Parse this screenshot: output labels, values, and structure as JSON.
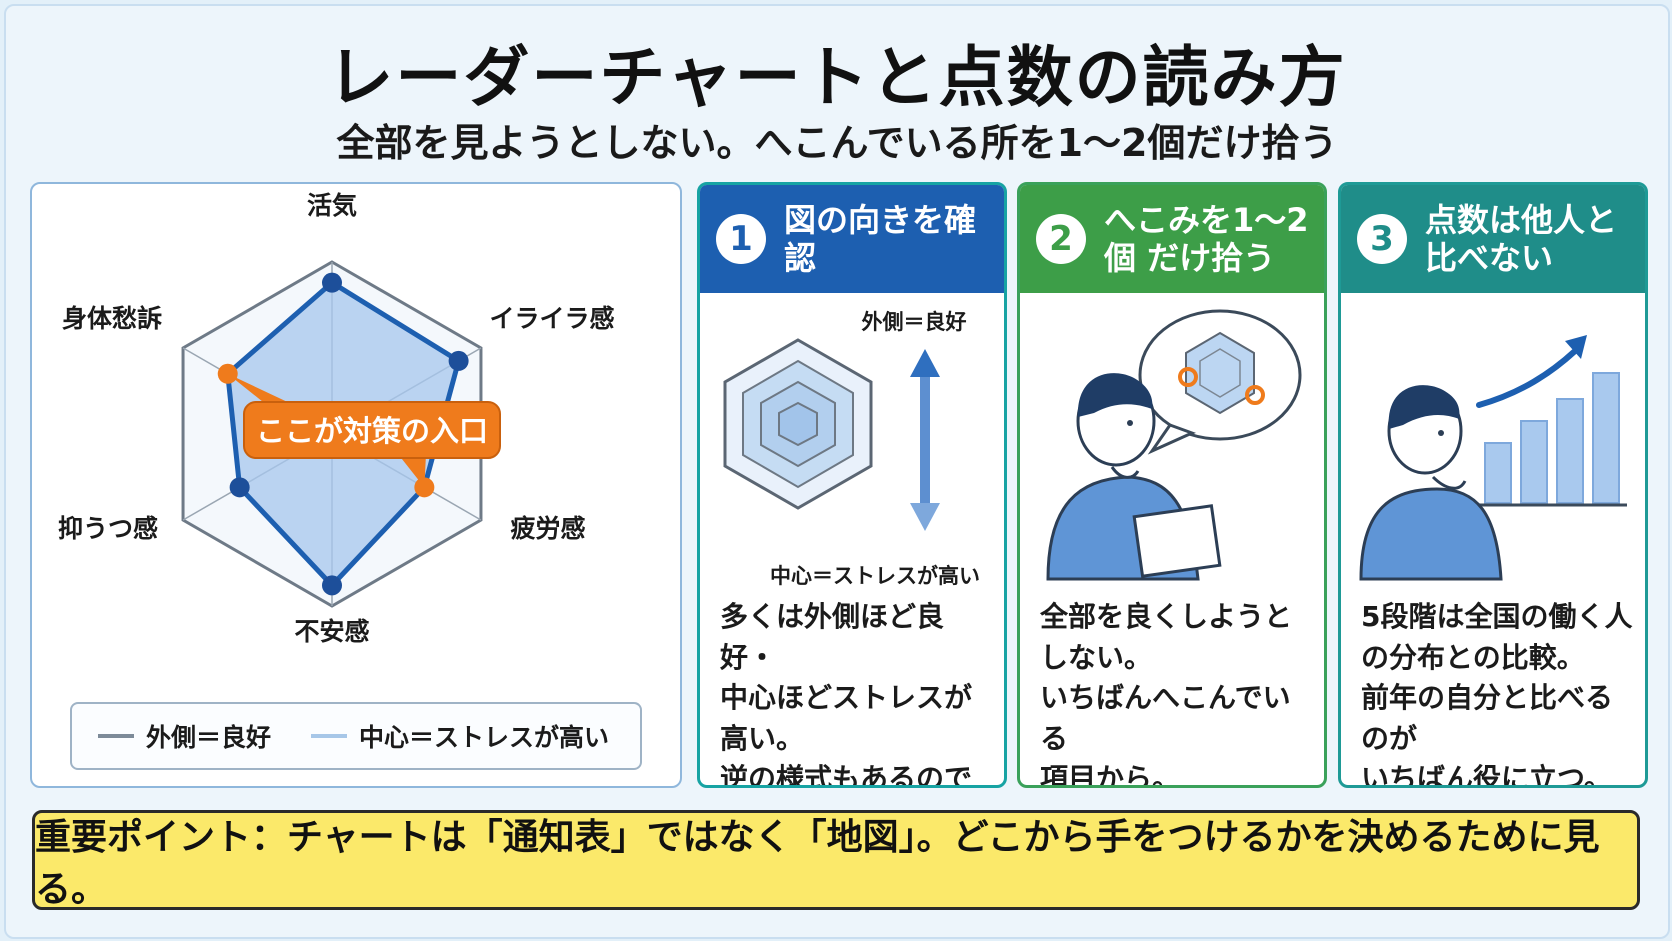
{
  "header": {
    "title": "レーダーチャートと点数の読み方",
    "subtitle": "全部を見ようとしない。へこんでいる所を1〜2個だけ拾う"
  },
  "radar": {
    "axes": [
      "活気",
      "イライラ感",
      "疲労感",
      "不安感",
      "抑うつ感",
      "身体愁訴"
    ],
    "scores": [
      0.88,
      0.85,
      0.62,
      0.88,
      0.62,
      0.7
    ],
    "focus_axes": [
      "疲労感",
      "身体愁訴"
    ],
    "callout": "ここが対策の入口",
    "legend": [
      {
        "label": "外側＝良好",
        "color": "#7d8b99"
      },
      {
        "label": "中心＝ストレスが高い",
        "color": "#a7c7e8"
      }
    ],
    "colors": {
      "fill": "#a7c7ee",
      "stroke": "#1d5fb0",
      "point": "#1d4f9a",
      "focus": "#ef7b1c",
      "grid": "#6e7a87"
    }
  },
  "steps": [
    {
      "number": "1",
      "title": "図の向きを確認",
      "top_label": "外側＝良好",
      "bottom_label": "中心＝ストレスが高い",
      "body": "多くは外側ほど良好・\n中心ほどストレスが高い。\n逆の様式もあるので\n凡例を見る。"
    },
    {
      "number": "2",
      "title": "へこみを1〜2個\nだけ拾う",
      "body": "全部を良くしようと\nしない。\nいちばんへこんでいる\n項目から。"
    },
    {
      "number": "3",
      "title": "点数は他人と\n比べない",
      "body": "5段階は全国の働く人\nの分布との比較。\n前年の自分と比べるのが\nいちばん役に立つ。"
    }
  ],
  "banner": {
    "text": "重要ポイント：チャートは「通知表」ではなく「地図」。どこから手をつけるかを決めるために見る。"
  }
}
